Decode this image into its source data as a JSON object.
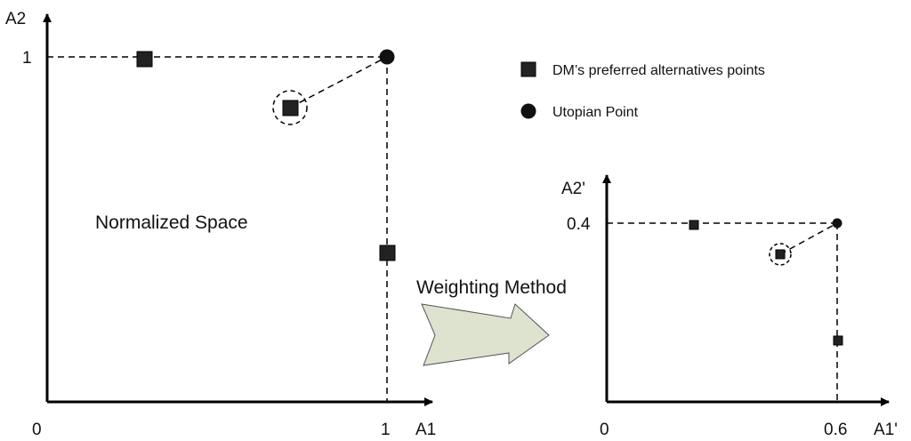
{
  "left_plot": {
    "y_axis_label": "A2",
    "x_axis_label": "A1",
    "y_tick": "1",
    "x_tick": "1",
    "origin_label": "0",
    "space_label": "Normalized Space"
  },
  "right_plot": {
    "y_axis_label": "A2'",
    "x_axis_label": "A1'",
    "y_tick": "0.4",
    "x_tick": "0.6",
    "origin_label": "0"
  },
  "transform": {
    "label": "Weighting Method",
    "arrow_fill": "#dde3cf"
  },
  "legend": {
    "square_label": "DM’s preferred alternatives points",
    "circle_label": "Utopian Point"
  }
}
